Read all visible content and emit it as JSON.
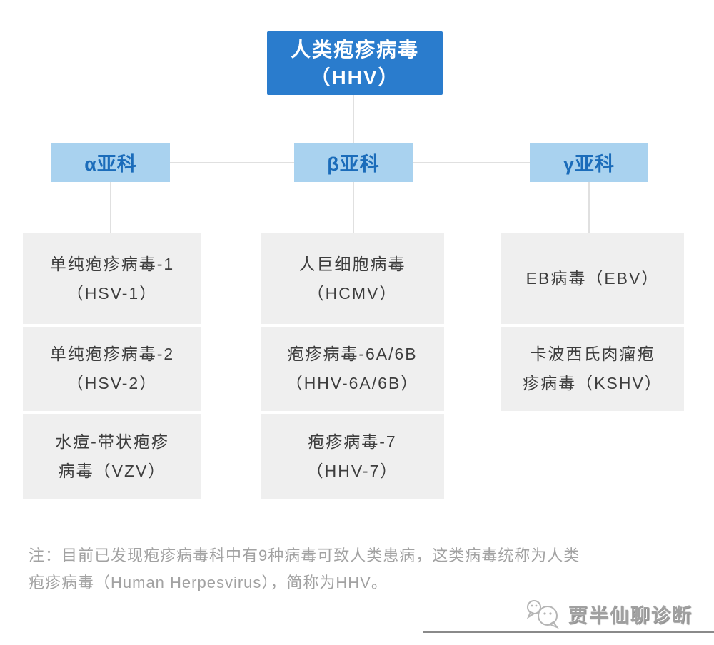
{
  "title_block": {
    "line1": "人类疱疹病毒",
    "line2": "（HHV）"
  },
  "subfamilies": [
    {
      "label": "α亚科"
    },
    {
      "label": "β亚科"
    },
    {
      "label": "γ亚科"
    }
  ],
  "columns": [
    {
      "items": [
        {
          "line1": "单纯疱疹病毒-1",
          "line2": "（HSV-1）"
        },
        {
          "line1": "单纯疱疹病毒-2",
          "line2": "（HSV-2）"
        },
        {
          "line1": "水痘-带状疱疹",
          "line2": "病毒（VZV）"
        }
      ]
    },
    {
      "items": [
        {
          "line1": "人巨细胞病毒",
          "line2": "（HCMV）"
        },
        {
          "line1": "疱疹病毒-6A/6B",
          "line2": "（HHV-6A/6B）"
        },
        {
          "line1": "疱疹病毒-7",
          "line2": "（HHV-7）"
        }
      ]
    },
    {
      "items": [
        {
          "line1": "EB病毒（EBV）"
        },
        {
          "line1": "卡波西氏肉瘤疱",
          "line2": "疹病毒（KSHV）"
        }
      ]
    }
  ],
  "note": {
    "line1": "注：目前已发现疱疹病毒科中有9种病毒可致人类患病，这类病毒统称为人类",
    "line2": "疱疹病毒（Human Herpesvirus），简称为HHV。"
  },
  "watermark": {
    "label": "贾半仙聊诊断",
    "icon": "wechat-bubbles-icon"
  },
  "colors": {
    "root_bg": "#2a7ccd",
    "root_text": "#ffffff",
    "sub_bg": "#a9d2ef",
    "sub_text": "#1b6cba",
    "leaf_bg": "#efefef",
    "leaf_text": "#3d3d3d",
    "connector": "#e0e0e0",
    "note_text": "#a2a2a2",
    "watermark": "#a0a0a0",
    "divider": "#8a8a8a"
  }
}
